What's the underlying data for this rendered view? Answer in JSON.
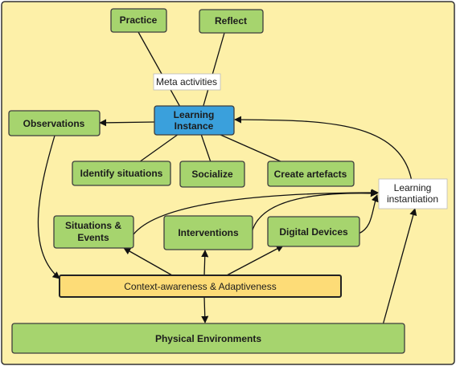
{
  "nodes": {
    "practice": "Practice",
    "reflect": "Reflect",
    "meta_activities": "Meta activities",
    "observations": "Observations",
    "learning_instance": [
      "Learning",
      "Instance"
    ],
    "identify_situations": "Identify situations",
    "socialize": "Socialize",
    "create_artefacts": "Create artefacts",
    "learning_instantiation": [
      "Learning",
      "instantiation"
    ],
    "situations_events": [
      "Situations &",
      "Events"
    ],
    "interventions": "Interventions",
    "digital_devices": "Digital Devices",
    "context_awareness": "Context-awareness & Adaptiveness",
    "physical_environments": "Physical Environments"
  },
  "colors": {
    "background": "#fdf0a8",
    "node_green": "#a6d46e",
    "node_blue": "#3aa0dc",
    "node_yellow": "#fddc77"
  }
}
